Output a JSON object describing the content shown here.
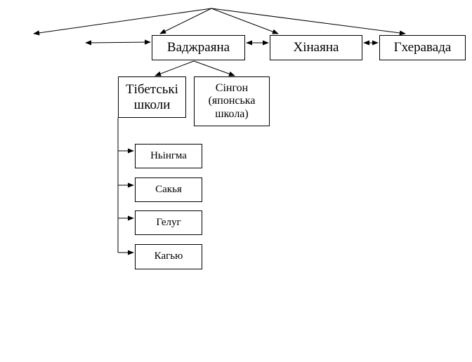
{
  "diagram": {
    "nodes": {
      "vajrayana": "Ваджраяна",
      "hinayana": "Хінаяна",
      "theravada": "Гхеравада",
      "tibetan_line1": "Тібетські",
      "tibetan_line2": "школи",
      "shingon_line1": "Сінгон",
      "shingon_line2": "(японська",
      "shingon_line3": "школа)",
      "nyingma": "Ньінгма",
      "sakya": "Сакья",
      "gelug": "Гелуг",
      "kagyu": "Кагью"
    },
    "colors": {
      "line": "#000000",
      "box_fill": "#ffffff"
    }
  }
}
